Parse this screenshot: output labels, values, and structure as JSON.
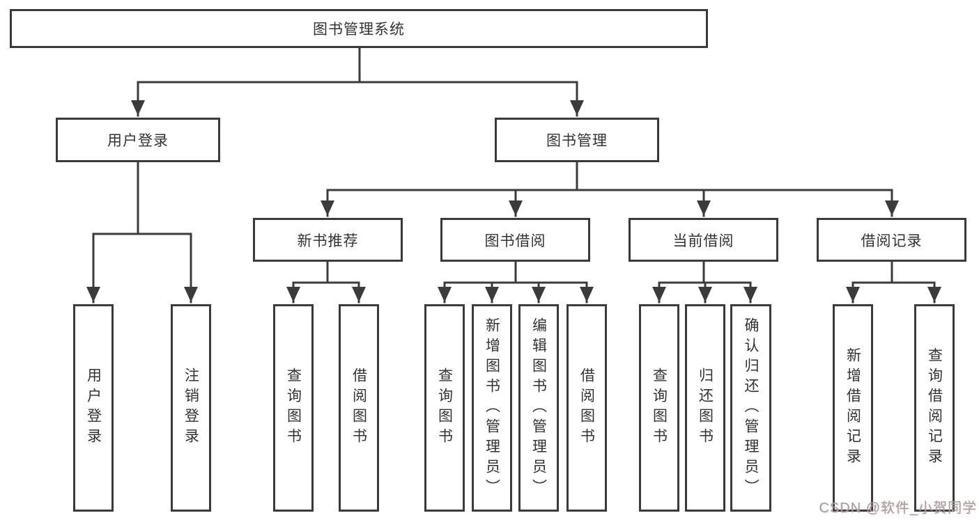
{
  "diagram_title": "图书管理系统",
  "tree": {
    "root": {
      "label": "图书管理系统"
    },
    "branches": [
      {
        "label": "用户登录",
        "children": [
          {
            "label": "用户登录"
          },
          {
            "label": "注销登录"
          }
        ]
      },
      {
        "label": "图书管理",
        "children": [
          {
            "label": "新书推荐",
            "children": [
              {
                "label": "查询图书"
              },
              {
                "label": "借阅图书"
              }
            ]
          },
          {
            "label": "图书借阅",
            "children": [
              {
                "label": "查询图书"
              },
              {
                "label": "新增图书（管理员）"
              },
              {
                "label": "编辑图书（管理员）"
              },
              {
                "label": "借阅图书"
              }
            ]
          },
          {
            "label": "当前借阅",
            "children": [
              {
                "label": "查询图书"
              },
              {
                "label": "归还图书"
              },
              {
                "label": "确认归还（管理员）"
              }
            ]
          },
          {
            "label": "借阅记录",
            "children": [
              {
                "label": "新增借阅记录"
              },
              {
                "label": "查询借阅记录"
              }
            ]
          }
        ]
      }
    ]
  },
  "watermark": "CSDN @软件_小贺同学",
  "colors": {
    "line": "#3b3b3b",
    "border": "#3a3a3a",
    "fill": "#ffffff",
    "text": "#333333",
    "bg": "#ffffff",
    "watermark": "#a0a0a0"
  }
}
